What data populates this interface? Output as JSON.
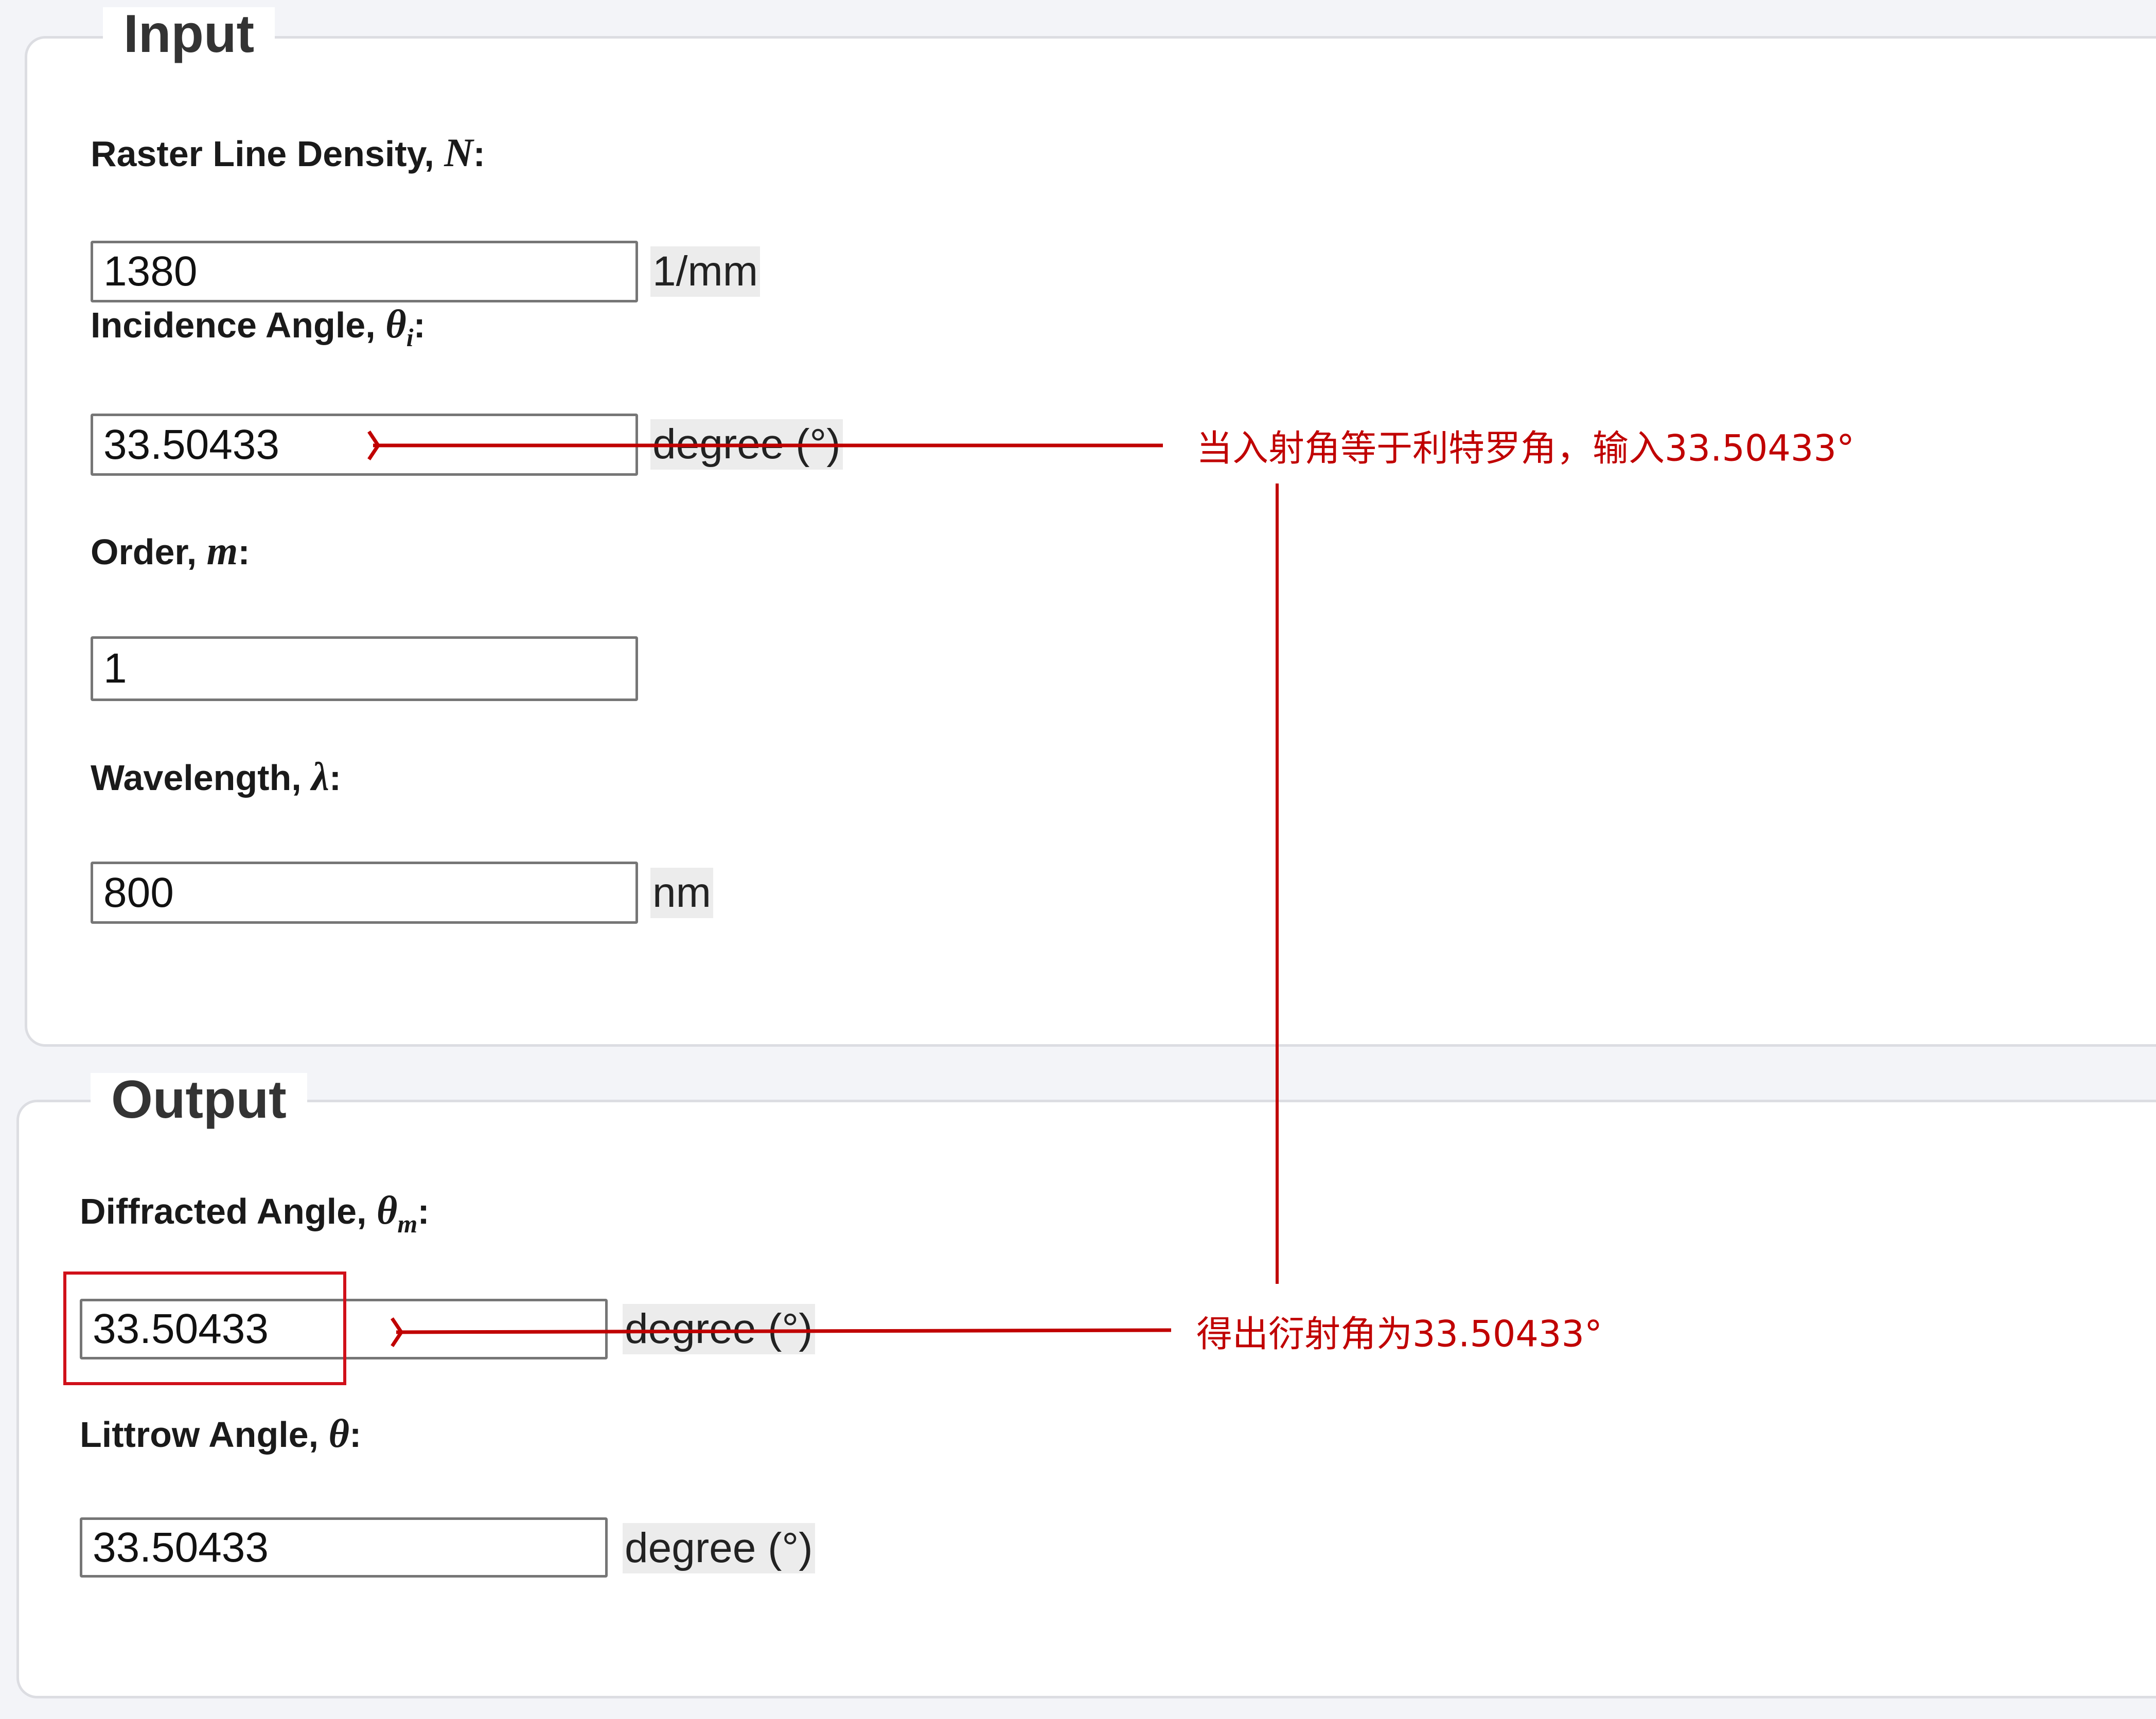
{
  "input_section": {
    "legend": "Input",
    "fields": [
      {
        "label": "Raster Line Density, ",
        "var": "N",
        "sub": "",
        "value": "1380",
        "unit": "1/mm"
      },
      {
        "label": "Incidence Angle, ",
        "var": "θ",
        "sub": "i",
        "value": "33.50433",
        "unit": "degree (°)"
      },
      {
        "label": "Order, ",
        "var": "m",
        "sub": "",
        "value": "1",
        "unit": ""
      },
      {
        "label": "Wavelength, ",
        "var": "λ",
        "sub": "",
        "value": "800",
        "unit": "nm"
      }
    ]
  },
  "output_section": {
    "legend": "Output",
    "fields": [
      {
        "label": "Diffracted Angle, ",
        "var": "θ",
        "sub": "m",
        "value": "33.50433",
        "unit": "degree (°)"
      },
      {
        "label": "Littrow Angle, ",
        "var": "θ",
        "sub": "",
        "value": "33.50433",
        "unit": "degree (°)"
      }
    ]
  },
  "annotations": {
    "incidence_note": "当入射角等于利特罗角，输入33.50433°",
    "result_note": "得出衍射角为33.50433°",
    "color": "#c00000"
  },
  "colon": ":"
}
